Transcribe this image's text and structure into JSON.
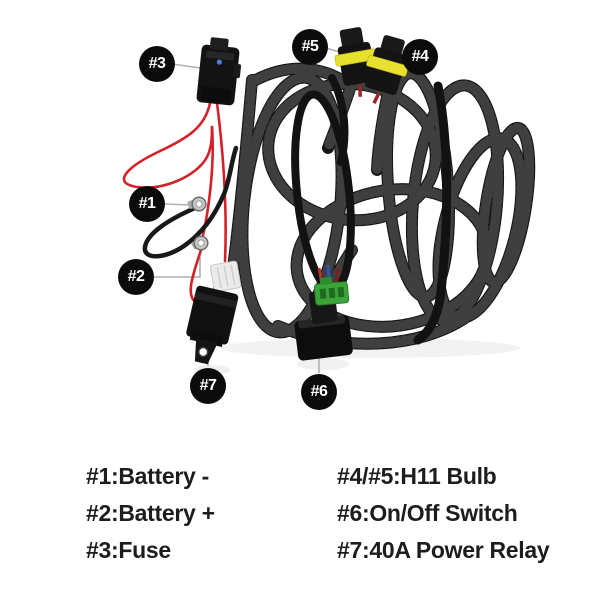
{
  "badges": [
    {
      "label": "#1"
    },
    {
      "label": "#2"
    },
    {
      "label": "#3"
    },
    {
      "label": "#4"
    },
    {
      "label": "#5"
    },
    {
      "label": "#6"
    },
    {
      "label": "#7"
    }
  ],
  "legend": {
    "left": [
      "#1:Battery -",
      "#2:Battery +",
      "#3:Fuse"
    ],
    "right": [
      "#4/#5:H11 Bulb",
      "#6:On/Off Switch",
      "#7:40A Power Relay"
    ]
  },
  "colors": {
    "background": "#ffffff",
    "badge_bg": "#0b0b0b",
    "badge_text": "#ffffff",
    "legend_text": "#1d1d1d",
    "harness_black": "#161616",
    "wire_red": "#d42127",
    "bulb_band_yellow": "#e8e02f",
    "switch_connector_green": "#3ba539",
    "relay_connector_white": "#ebebeb",
    "fuse_indicator_blue": "#4d7bd8",
    "leader_line_gray": "#b0b0b0",
    "ring_terminal_silver": "#c7c7c7"
  }
}
